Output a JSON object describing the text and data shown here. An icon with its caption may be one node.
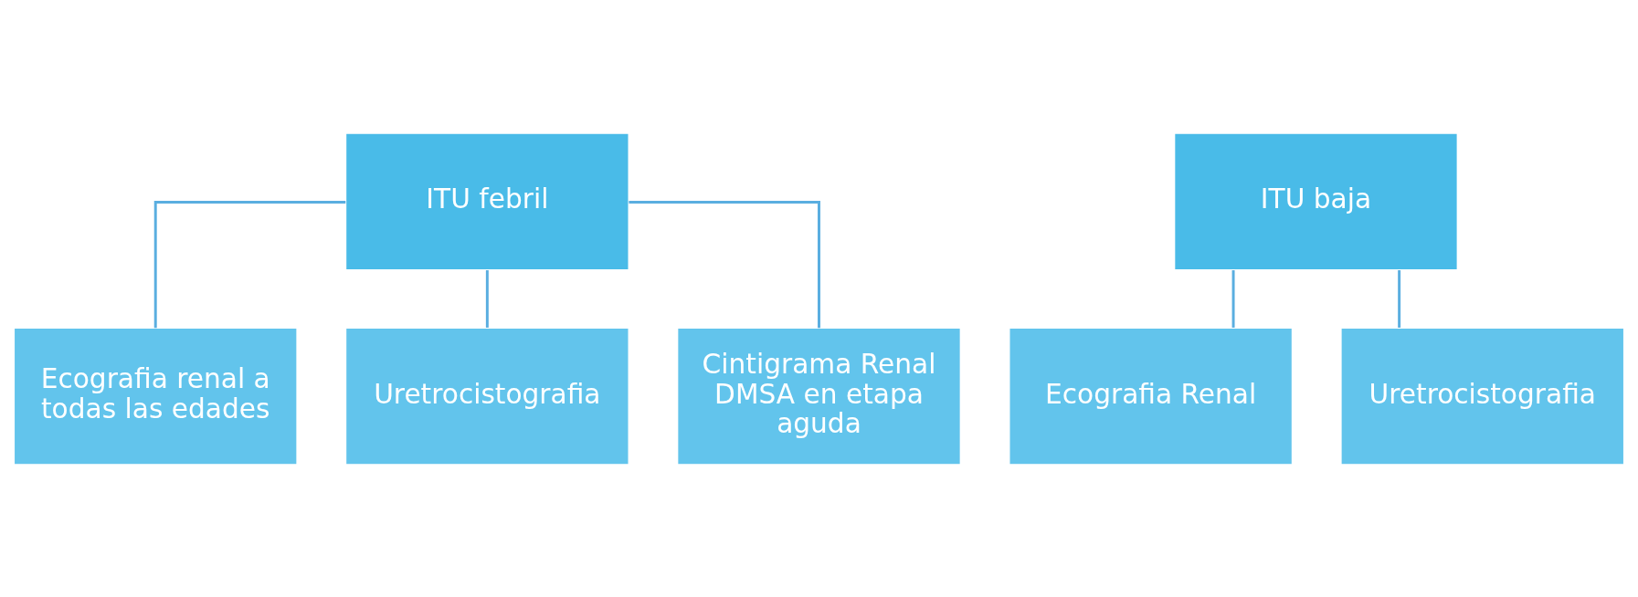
{
  "diagram": {
    "nodes": [
      {
        "text": [
          "ITU febril"
        ]
      },
      {
        "text": [
          "Ecografia renal a todas las edades"
        ]
      },
      {
        "text": [
          "Uretrocistografia"
        ]
      },
      {
        "text": [
          "Cintigrama Renal DMSA en etapa aguda"
        ]
      },
      {
        "text": [
          "ITU baja"
        ]
      },
      {
        "text": [
          "Ecografia Renal"
        ]
      },
      {
        "text": [
          "Uretrocistografia"
        ]
      }
    ],
    "edges": [
      {
        "from": 0,
        "to": 1,
        "arrow": "none"
      },
      {
        "from": 0,
        "to": 2,
        "arrow": "none"
      },
      {
        "from": 0,
        "to": 3,
        "arrow": "none"
      },
      {
        "from": 4,
        "to": 5,
        "arrow": "none"
      },
      {
        "from": 4,
        "to": 6,
        "arrow": "none"
      }
    ]
  }
}
